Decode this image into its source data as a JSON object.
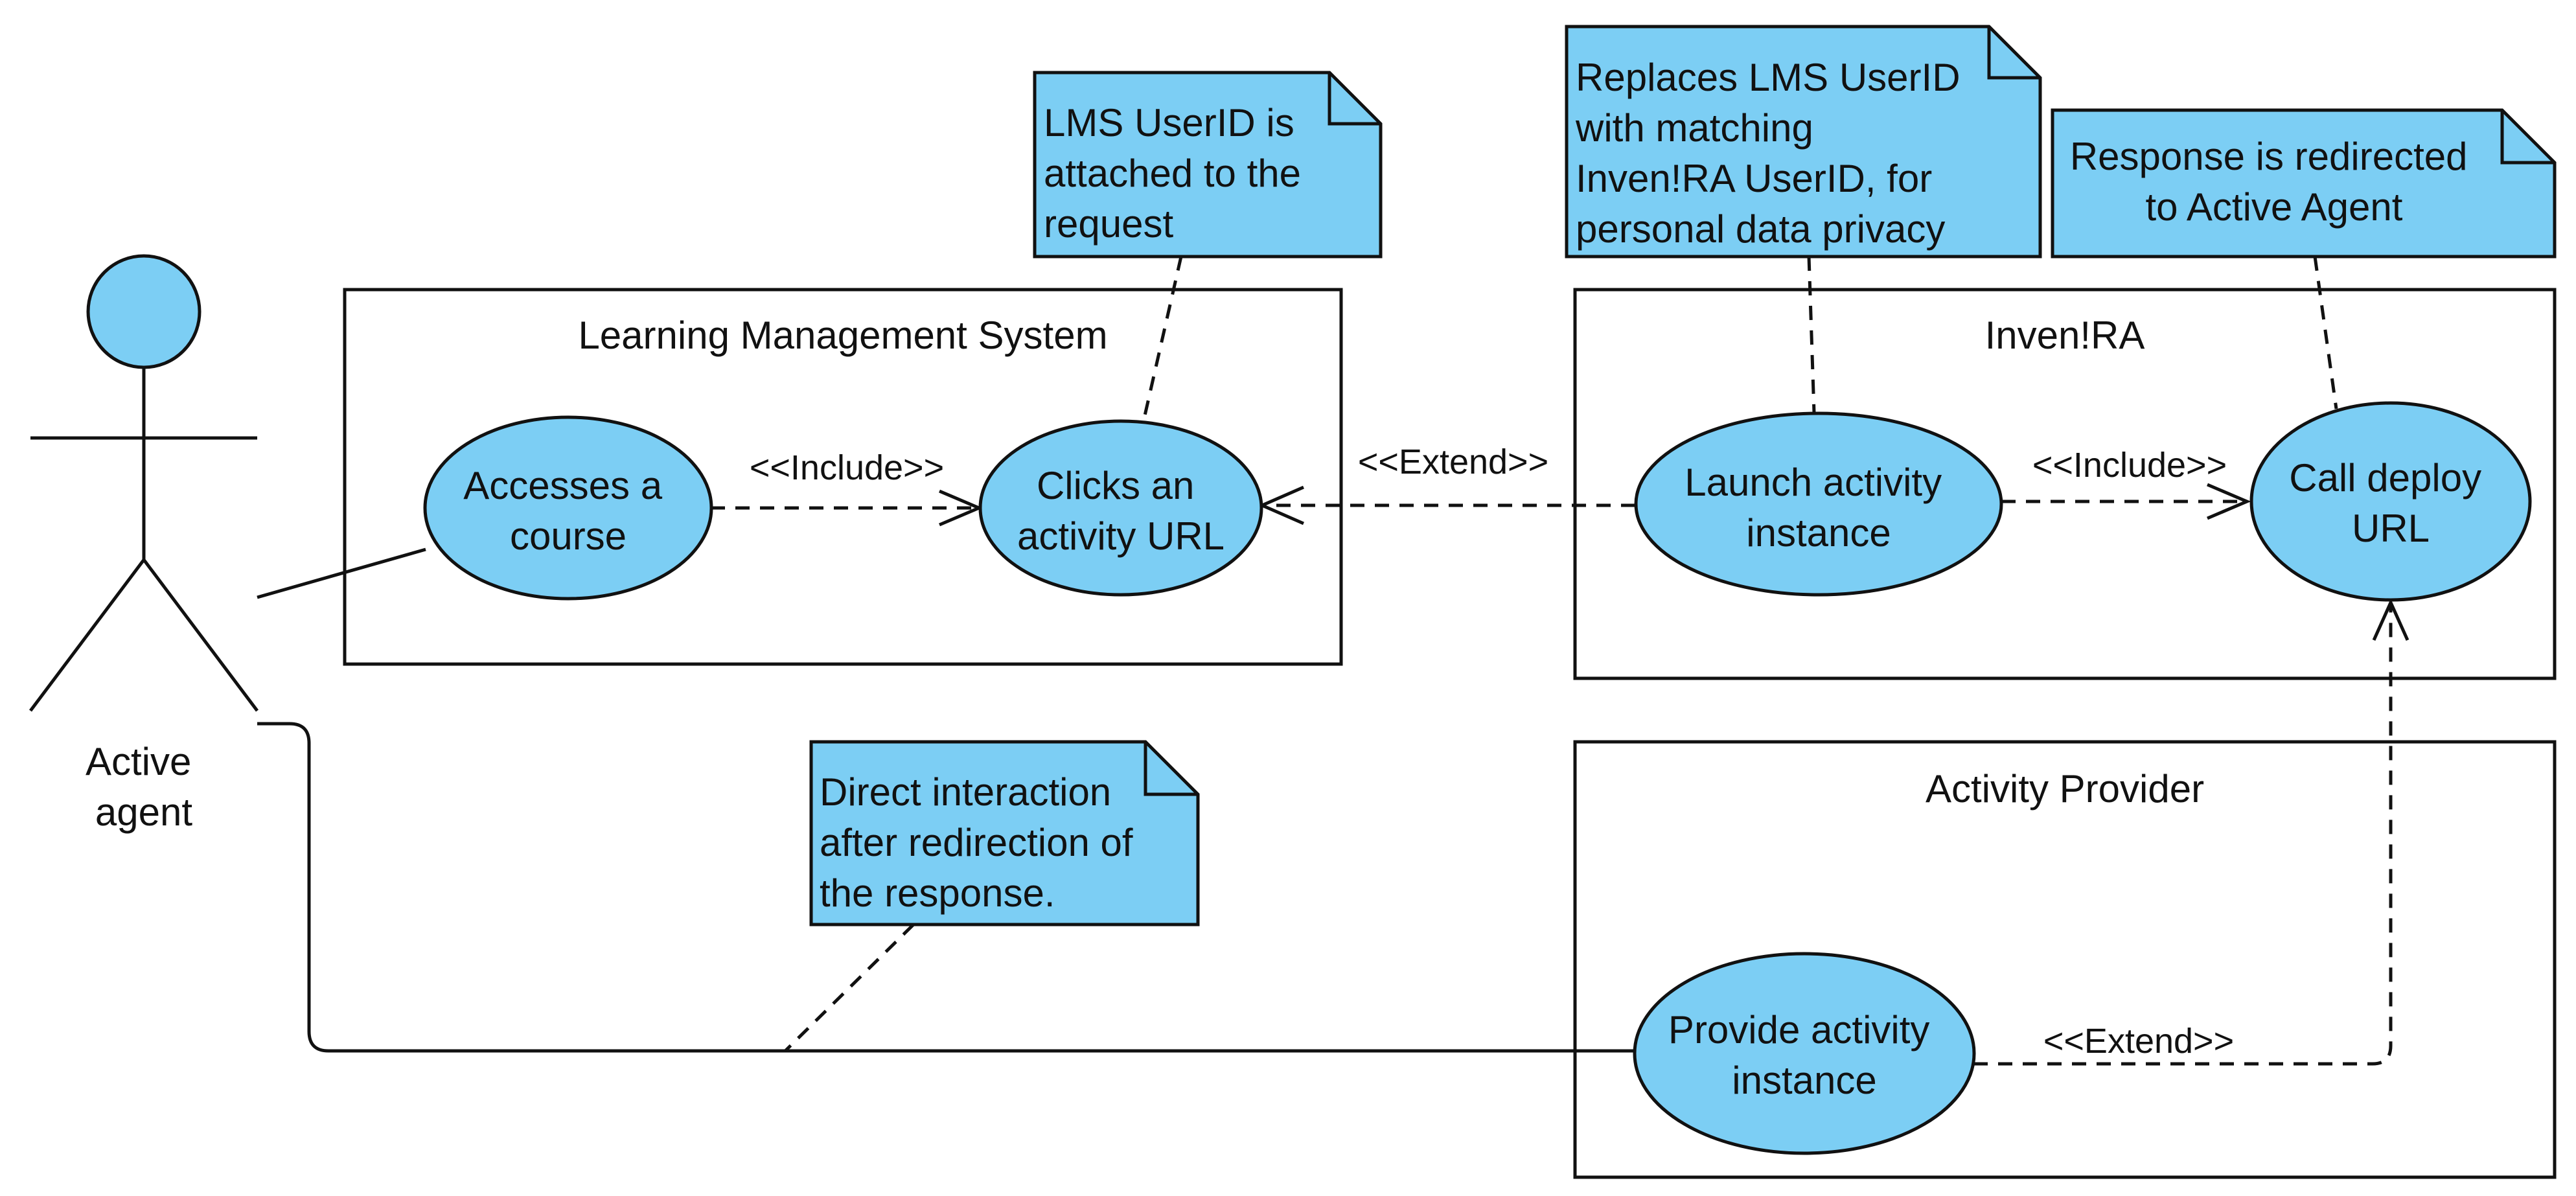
{
  "colors": {
    "fill": "#7ccef4",
    "stroke": "#111111",
    "background": "#ffffff"
  },
  "actor": {
    "label_lines": [
      "Active",
      "agent"
    ]
  },
  "systems": {
    "lms": "Learning Management System",
    "invenra": "Inven!RA",
    "provider": "Activity Provider"
  },
  "use_cases": {
    "accesses_course": [
      "Accesses a",
      "course"
    ],
    "clicks_url": [
      "Clicks an",
      "activity URL"
    ],
    "launch_instance": [
      "Launch activity",
      "instance"
    ],
    "call_deploy": [
      "Call deploy",
      "URL"
    ],
    "provide_instance": [
      "Provide activity",
      "instance"
    ]
  },
  "relations": {
    "include_1": "<<Include>>",
    "extend_1": "<<Extend>>",
    "include_2": "<<Include>>",
    "extend_2": "<<Extend>>"
  },
  "notes": {
    "userid_attached": [
      "LMS UserID is",
      "attached to the",
      "request"
    ],
    "replaces_userid": [
      "Replaces LMS UserID",
      "with matching",
      "Inven!RA UserID, for",
      "personal data privacy"
    ],
    "response_redirected": [
      "Response is redirected",
      "to Active Agent"
    ],
    "direct_interaction": [
      "Direct interaction",
      "after redirection of",
      "the response."
    ]
  }
}
